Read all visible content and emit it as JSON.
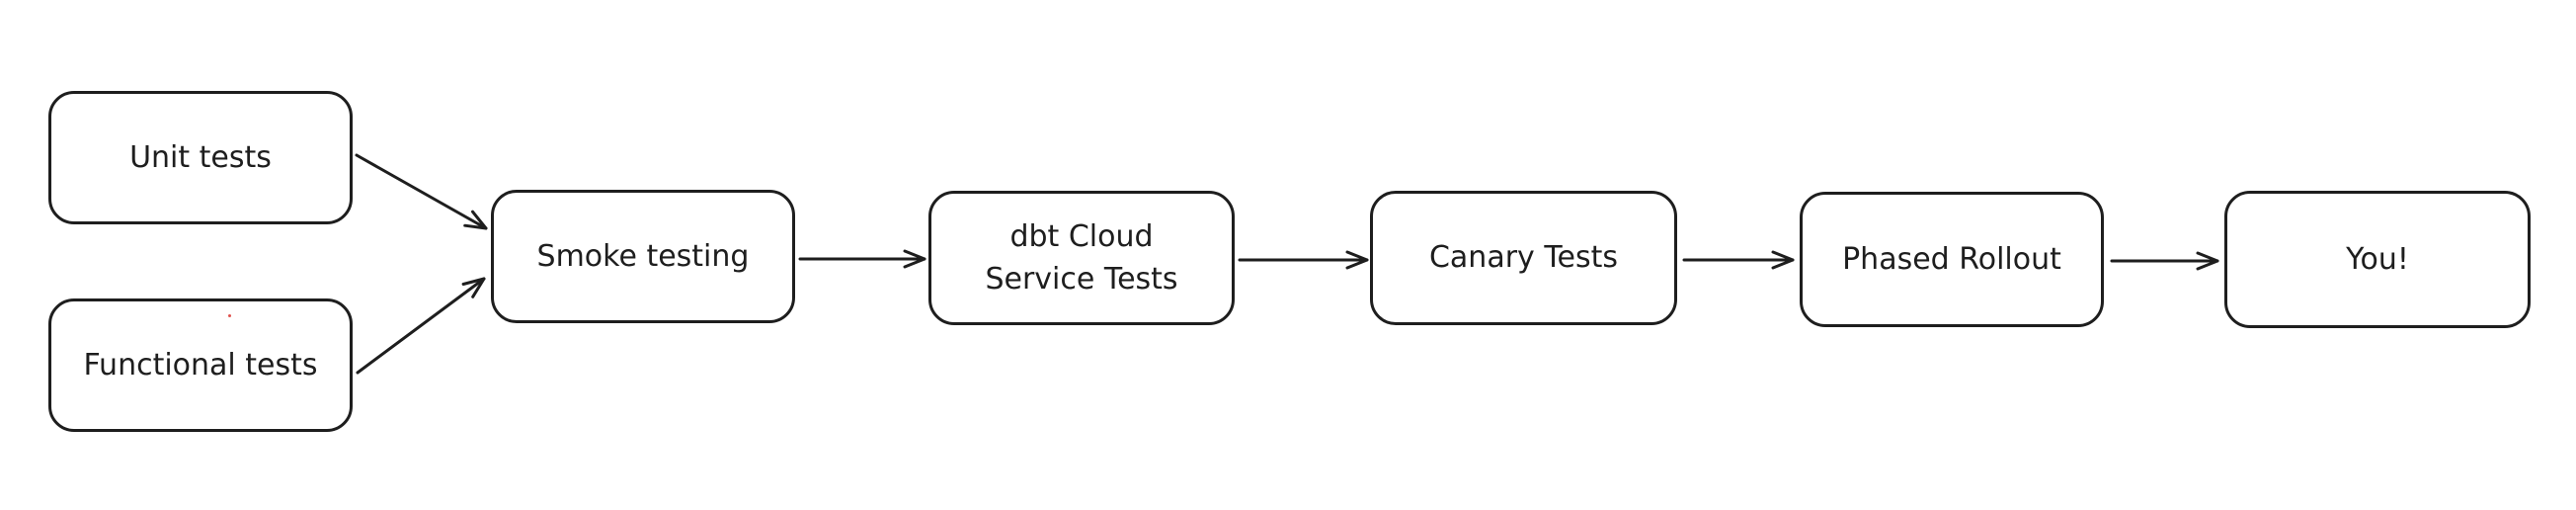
{
  "page": {
    "background_color": "#ffffff"
  },
  "diagram": {
    "type": "flowchart",
    "direction": "left-to-right",
    "stroke_color": "#1e1e1e",
    "node_fill_color": "#ffffff",
    "nodes": {
      "unit_tests": {
        "label": "Unit tests"
      },
      "functional_tests": {
        "label": "Functional tests"
      },
      "smoke_testing": {
        "label": "Smoke testing"
      },
      "dbt_cloud_service_tests": {
        "label": "dbt Cloud\nService Tests"
      },
      "canary_tests": {
        "label": "Canary Tests"
      },
      "phased_rollout": {
        "label": "Phased Rollout"
      },
      "you": {
        "label": "You!"
      }
    },
    "edges": [
      {
        "from": "unit_tests",
        "to": "smoke_testing"
      },
      {
        "from": "functional_tests",
        "to": "smoke_testing"
      },
      {
        "from": "smoke_testing",
        "to": "dbt_cloud_service_tests"
      },
      {
        "from": "dbt_cloud_service_tests",
        "to": "canary_tests"
      },
      {
        "from": "canary_tests",
        "to": "phased_rollout"
      },
      {
        "from": "phased_rollout",
        "to": "you"
      }
    ],
    "artifact": {
      "stray_dot_color": "#e0524e"
    }
  }
}
